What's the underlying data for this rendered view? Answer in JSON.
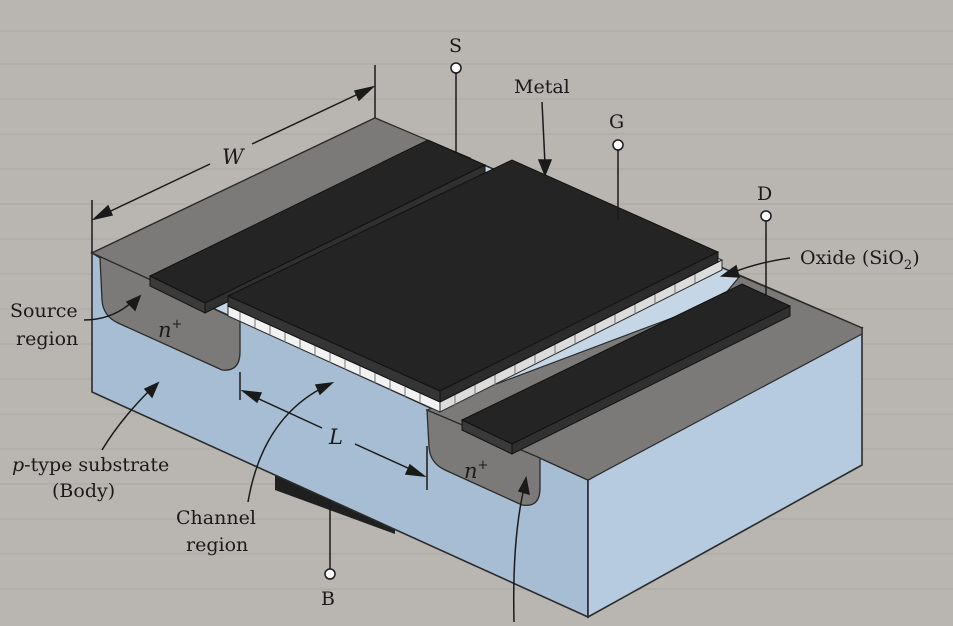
{
  "diagram": {
    "terminals": {
      "source": "S",
      "gate": "G",
      "drain": "D",
      "body": "B"
    },
    "dimensions": {
      "width": "W",
      "length": "L"
    },
    "labels": {
      "metal": "Metal",
      "oxide_prefix": "Oxide (SiO",
      "oxide_sub": "2",
      "oxide_suffix": ")",
      "source_region_line1": "Source",
      "source_region_line2": "region",
      "substrate_italic": "p",
      "substrate_rest": "-type substrate",
      "substrate_line2": "(Body)",
      "channel_line1": "Channel",
      "channel_line2": "region",
      "nplus_base": "n",
      "nplus_sup": "+"
    },
    "colors": {
      "substrate_top": "#c5d6e6",
      "substrate_front": "#a6bdd3",
      "substrate_side": "#b6cbe0",
      "nplus": "#7c7a78",
      "metal": "#232323",
      "oxide": "#e8e8e8"
    }
  }
}
